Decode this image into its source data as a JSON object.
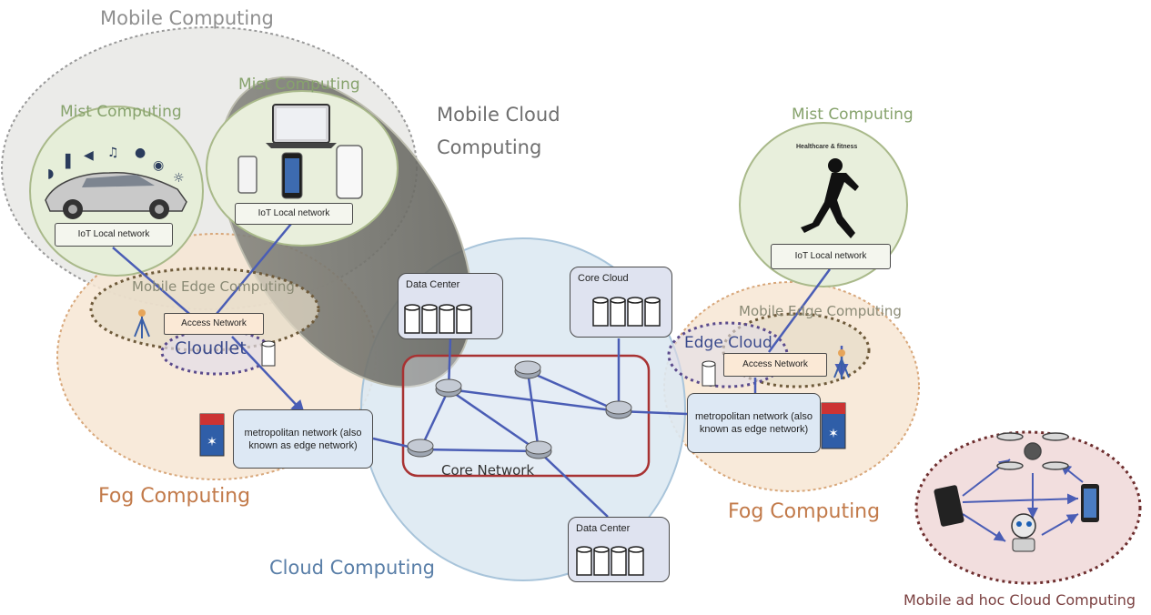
{
  "regions": {
    "mobile_computing": "Mobile Computing",
    "mist_computing_car": "Mist Computing",
    "mist_computing_devices": "Mist Computing",
    "mist_computing_health": "Mist Computing",
    "mobile_cloud_computing": "Mobile Cloud Computing",
    "mobile_edge_computing_left": "Mobile Edge Computing",
    "mobile_edge_computing_right": "Mobile Edge Computing",
    "cloudlet": "Cloudlet",
    "edge_cloud": "Edge Cloud",
    "fog_computing_left": "Fog Computing",
    "fog_computing_right": "Fog Computing",
    "cloud_computing": "Cloud Computing",
    "core_network": "Core Network",
    "mobile_adhoc_cloud": "Mobile ad hoc Cloud Computing"
  },
  "boxes": {
    "iot_local_car": "IoT Local network",
    "iot_local_devices": "IoT Local network",
    "iot_local_health": "IoT Local network",
    "access_network_left": "Access Network",
    "access_network_right": "Access Network",
    "metro_left": "metropolitan network (also known as edge network)",
    "metro_right": "metropolitan network (also known as edge network)",
    "data_center_top": "Data Center",
    "core_cloud": "Core Cloud",
    "data_center_bottom": "Data Center"
  },
  "health_image_title": "Healthcare & fitness",
  "colors": {
    "mobile_computing": "#e8e8e6",
    "mist": "#e4edd6",
    "mobile_cloud": "#6e6e68",
    "fog": "#f6e3cf",
    "mobile_edge": "#e5dccb",
    "cloud": "#dce9f3",
    "adhoc": "#f2dede",
    "core_network_border": "#a83232",
    "link": "#4a5db5"
  }
}
